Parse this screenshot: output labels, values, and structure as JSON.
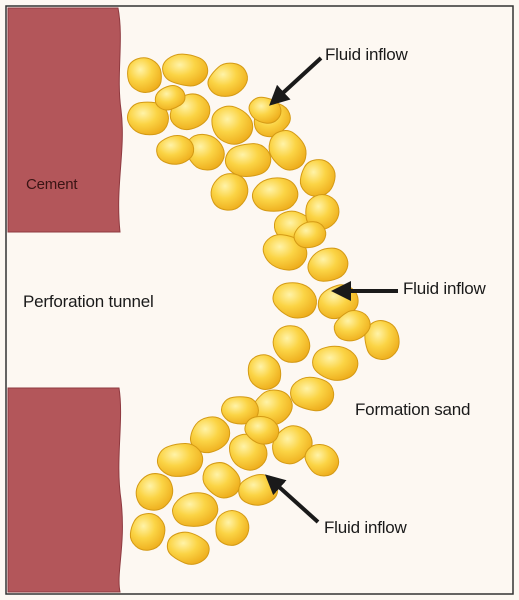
{
  "labels": {
    "cement": "Cement",
    "perforation_tunnel": "Perforation tunnel",
    "fluid_inflow_top": "Fluid inflow",
    "fluid_inflow_middle": "Fluid inflow",
    "fluid_inflow_bottom": "Fluid inflow",
    "formation_sand": "Formation sand"
  },
  "colors": {
    "background": "#fdf8f2",
    "cement": "#b3565a",
    "cement_edge": "#8f3a40",
    "sand_grain": "#f7c532",
    "sand_highlight": "#fde684",
    "sand_edge": "#d49a15",
    "arrow": "#1a1a1a",
    "frame": "#333333"
  }
}
